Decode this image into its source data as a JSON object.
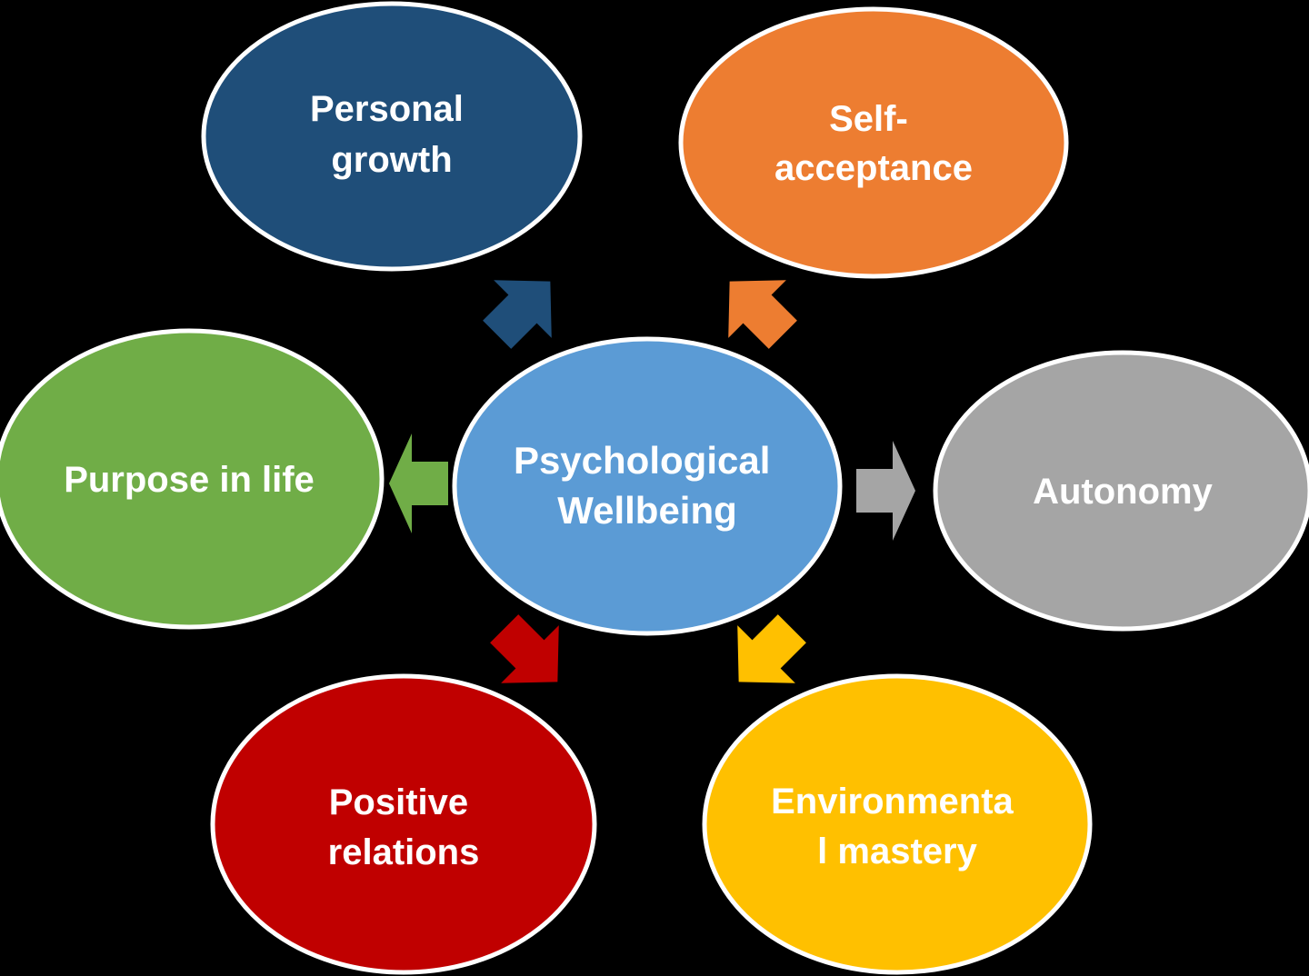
{
  "colors": {
    "background": "#000000",
    "border": "#ffffff",
    "center": "#5b9bd5",
    "personal_growth": "#1f4e79",
    "self_acceptance": "#ed7d31",
    "autonomy": "#a5a5a5",
    "environmental_mastery": "#ffc000",
    "positive_relations": "#c00000",
    "purpose_in_life": "#70ad47",
    "text": "#ffffff"
  },
  "center": {
    "line1": "Psychological",
    "line2": "Wellbeing"
  },
  "nodes": {
    "personal_growth": {
      "line1": "Personal",
      "line2": "growth"
    },
    "self_acceptance": {
      "line1": "Self-",
      "line2": "acceptance"
    },
    "autonomy": {
      "line1": "Autonomy"
    },
    "environmental_mastery": {
      "line1": "Environmenta",
      "line2": "l mastery"
    },
    "positive_relations": {
      "line1": "Positive",
      "line2": "relations"
    },
    "purpose_in_life": {
      "line1": "Purpose in life"
    }
  }
}
